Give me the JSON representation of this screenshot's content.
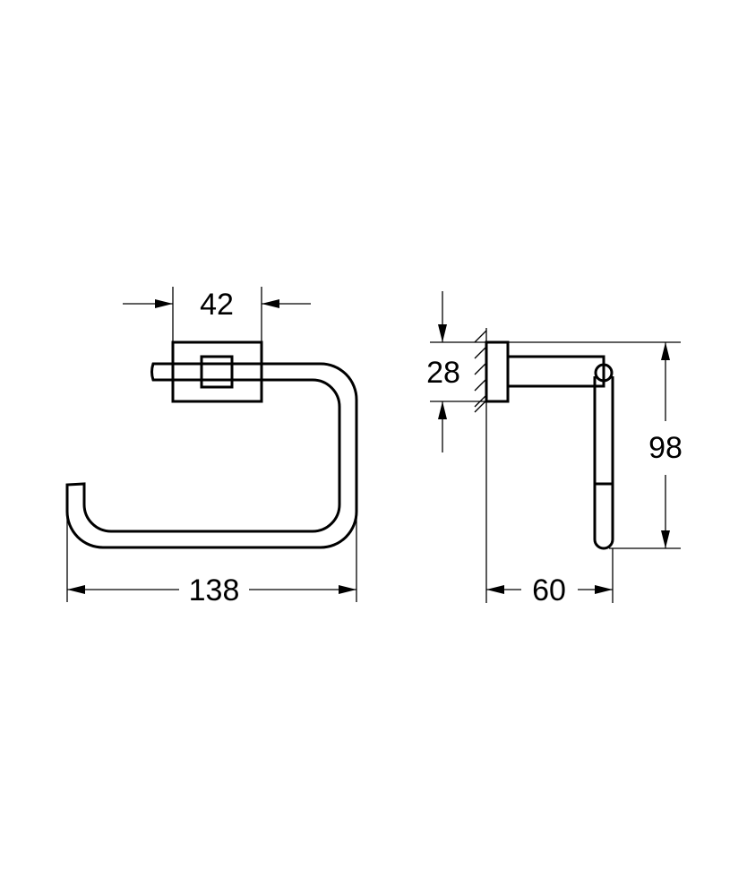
{
  "dimensions": {
    "rosette_width": "42",
    "overall_width": "138",
    "rosette_height": "28",
    "overall_height": "98",
    "projection": "60"
  },
  "colors": {
    "line": "#000000",
    "background": "#ffffff"
  }
}
